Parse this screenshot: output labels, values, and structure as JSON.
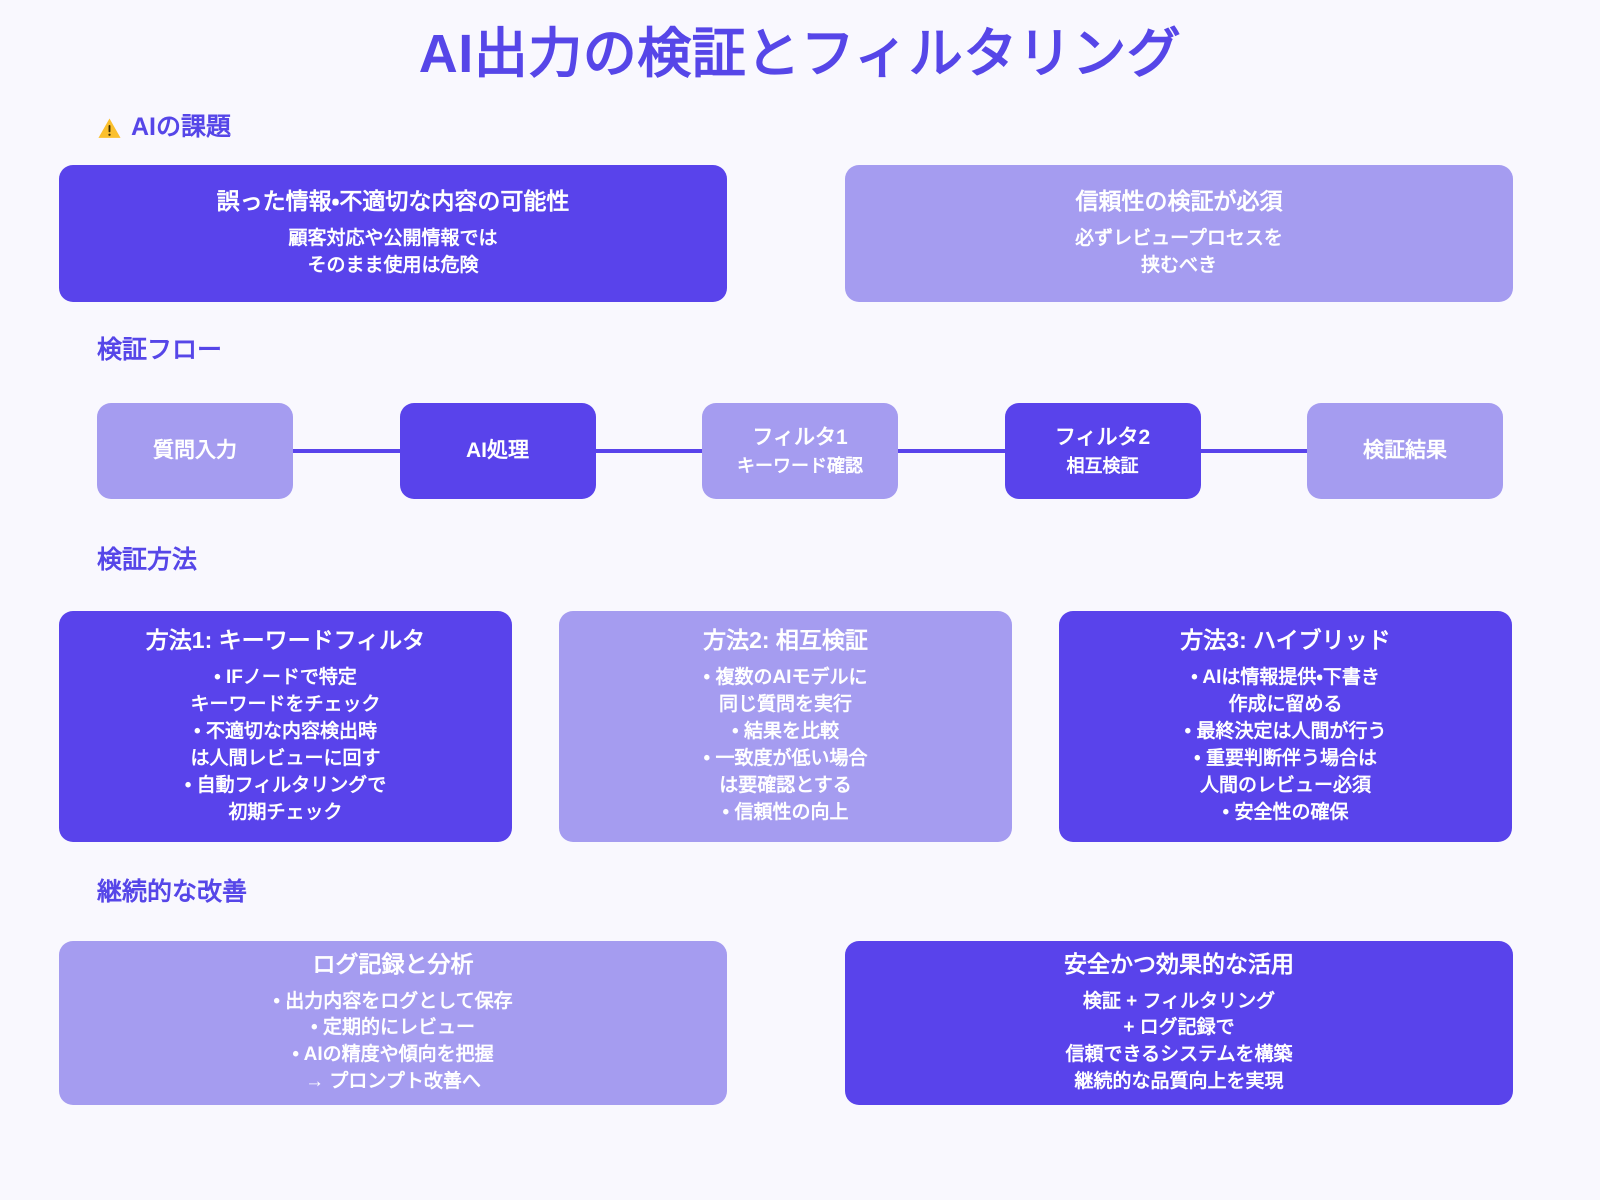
{
  "page": {
    "title": "AI出力の検証とフィルタリング",
    "background_color": "#f9f8fe",
    "accent_dark": "#5943eb",
    "accent_light": "#a59cf0",
    "title_color": "#5646e8",
    "warning_icon_color": "#fbc02d"
  },
  "sections": {
    "challenges": {
      "header": "AIの課題",
      "icon": "warning-triangle-icon",
      "cards": [
        {
          "title": "誤った情報・不適切な内容の可能性",
          "lines": [
            "顧客対応や公開情報では",
            "そのまま使用は危険"
          ],
          "variant": "dark"
        },
        {
          "title": "信頼性の検証が必須",
          "lines": [
            "必ずレビュープロセスを",
            "挟むべき"
          ],
          "variant": "light"
        }
      ]
    },
    "flow": {
      "header": "検証フロー",
      "nodes": [
        {
          "title": "質問入力",
          "sub": "",
          "variant": "light"
        },
        {
          "title": "AI処理",
          "sub": "",
          "variant": "dark"
        },
        {
          "title": "フィルタ1",
          "sub": "キーワード確認",
          "variant": "light"
        },
        {
          "title": "フィルタ2",
          "sub": "相互検証",
          "variant": "dark"
        },
        {
          "title": "検証結果",
          "sub": "",
          "variant": "light"
        }
      ]
    },
    "methods": {
      "header": "検証方法",
      "cards": [
        {
          "title": "方法1: キーワードフィルタ",
          "lines": [
            "• IFノードで特定",
            "キーワードをチェック",
            "• 不適切な内容検出時",
            "は人間レビューに回す",
            "• 自動フィルタリングで",
            "初期チェック"
          ],
          "variant": "dark"
        },
        {
          "title": "方法2: 相互検証",
          "lines": [
            "• 複数のAIモデルに",
            "同じ質問を実行",
            "• 結果を比較",
            "• 一致度が低い場合",
            "は要確認とする",
            "• 信頼性の向上"
          ],
          "variant": "light"
        },
        {
          "title": "方法3: ハイブリッド",
          "lines": [
            "• AIは情報提供・下書き",
            "作成に留める",
            "• 最終決定は人間が行う",
            "• 重要判断伴う場合は",
            "人間のレビュー必須",
            "• 安全性の確保"
          ],
          "variant": "dark"
        }
      ]
    },
    "improvement": {
      "header": "継続的な改善",
      "cards": [
        {
          "title": "ログ記録と分析",
          "lines": [
            "• 出力内容をログとして保存",
            "• 定期的にレビュー",
            "• AIの精度や傾向を把握",
            "→ プロンプト改善へ"
          ],
          "variant": "light"
        },
        {
          "title": "安全かつ効果的な活用",
          "lines": [
            "検証 + フィルタリング",
            "+ ログ記録で",
            "信頼できるシステムを構築",
            "継続的な品質向上を実現"
          ],
          "variant": "dark"
        }
      ]
    }
  }
}
